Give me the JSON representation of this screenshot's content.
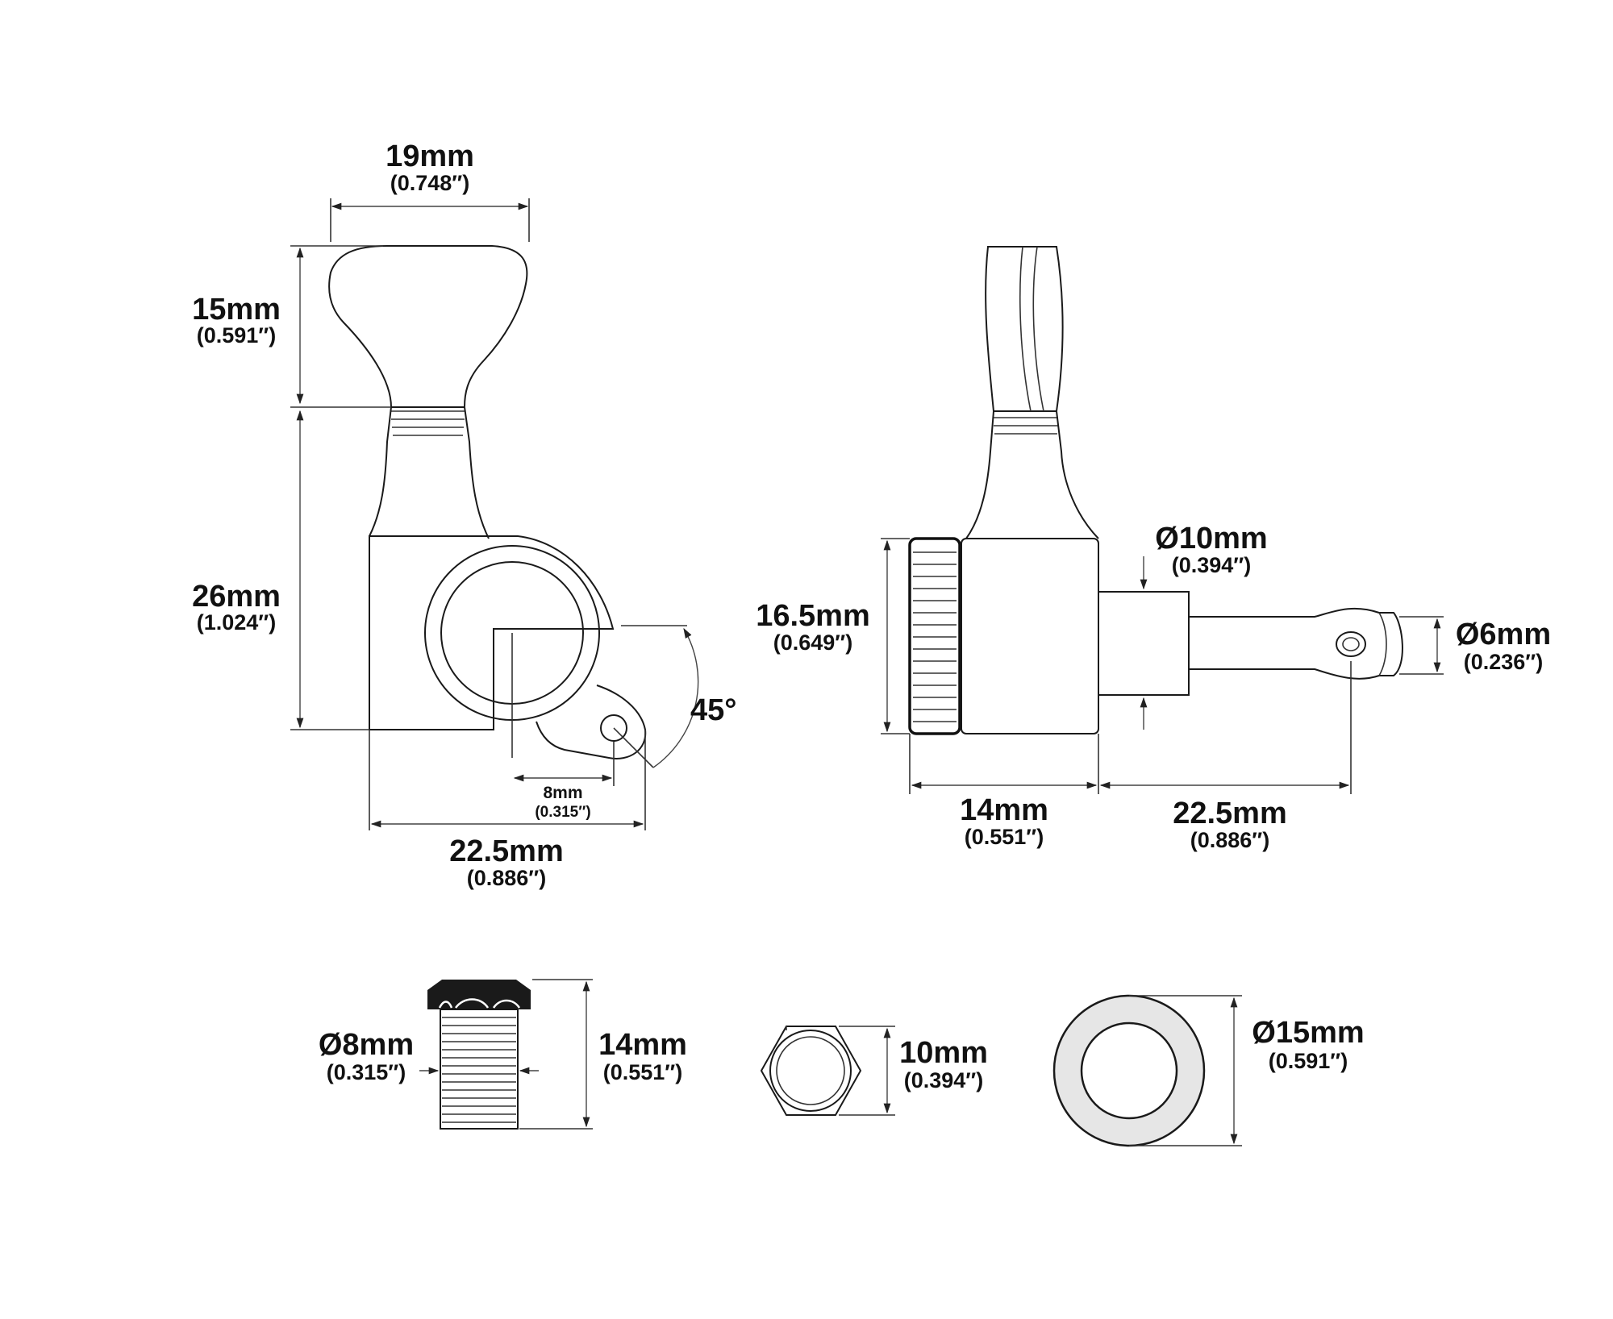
{
  "front": {
    "button_width": {
      "mm": "19mm",
      "inch": "(0.748″)"
    },
    "button_height": {
      "mm": "15mm",
      "inch": "(0.591″)"
    },
    "body_height": {
      "mm": "26mm",
      "inch": "(1.024″)"
    },
    "angle": "45°",
    "screw_offset": {
      "mm": "8mm",
      "inch": "(0.315″)"
    },
    "total_width": {
      "mm": "22.5mm",
      "inch": "(0.886″)"
    }
  },
  "side": {
    "housing_height": {
      "mm": "16.5mm",
      "inch": "(0.649″)"
    },
    "post_dia": {
      "mm": "Ø10mm",
      "inch": "(0.394″)"
    },
    "shaft_dia": {
      "mm": "Ø6mm",
      "inch": "(0.236″)"
    },
    "housing_width": {
      "mm": "14mm",
      "inch": "(0.551″)"
    },
    "post_length": {
      "mm": "22.5mm",
      "inch": "(0.886″)"
    }
  },
  "parts": {
    "bushing_dia": {
      "mm": "Ø8mm",
      "inch": "(0.315″)"
    },
    "bushing_length": {
      "mm": "14mm",
      "inch": "(0.551″)"
    },
    "nut_size": {
      "mm": "10mm",
      "inch": "(0.394″)"
    },
    "washer_dia": {
      "mm": "Ø15mm",
      "inch": "(0.591″)"
    }
  }
}
